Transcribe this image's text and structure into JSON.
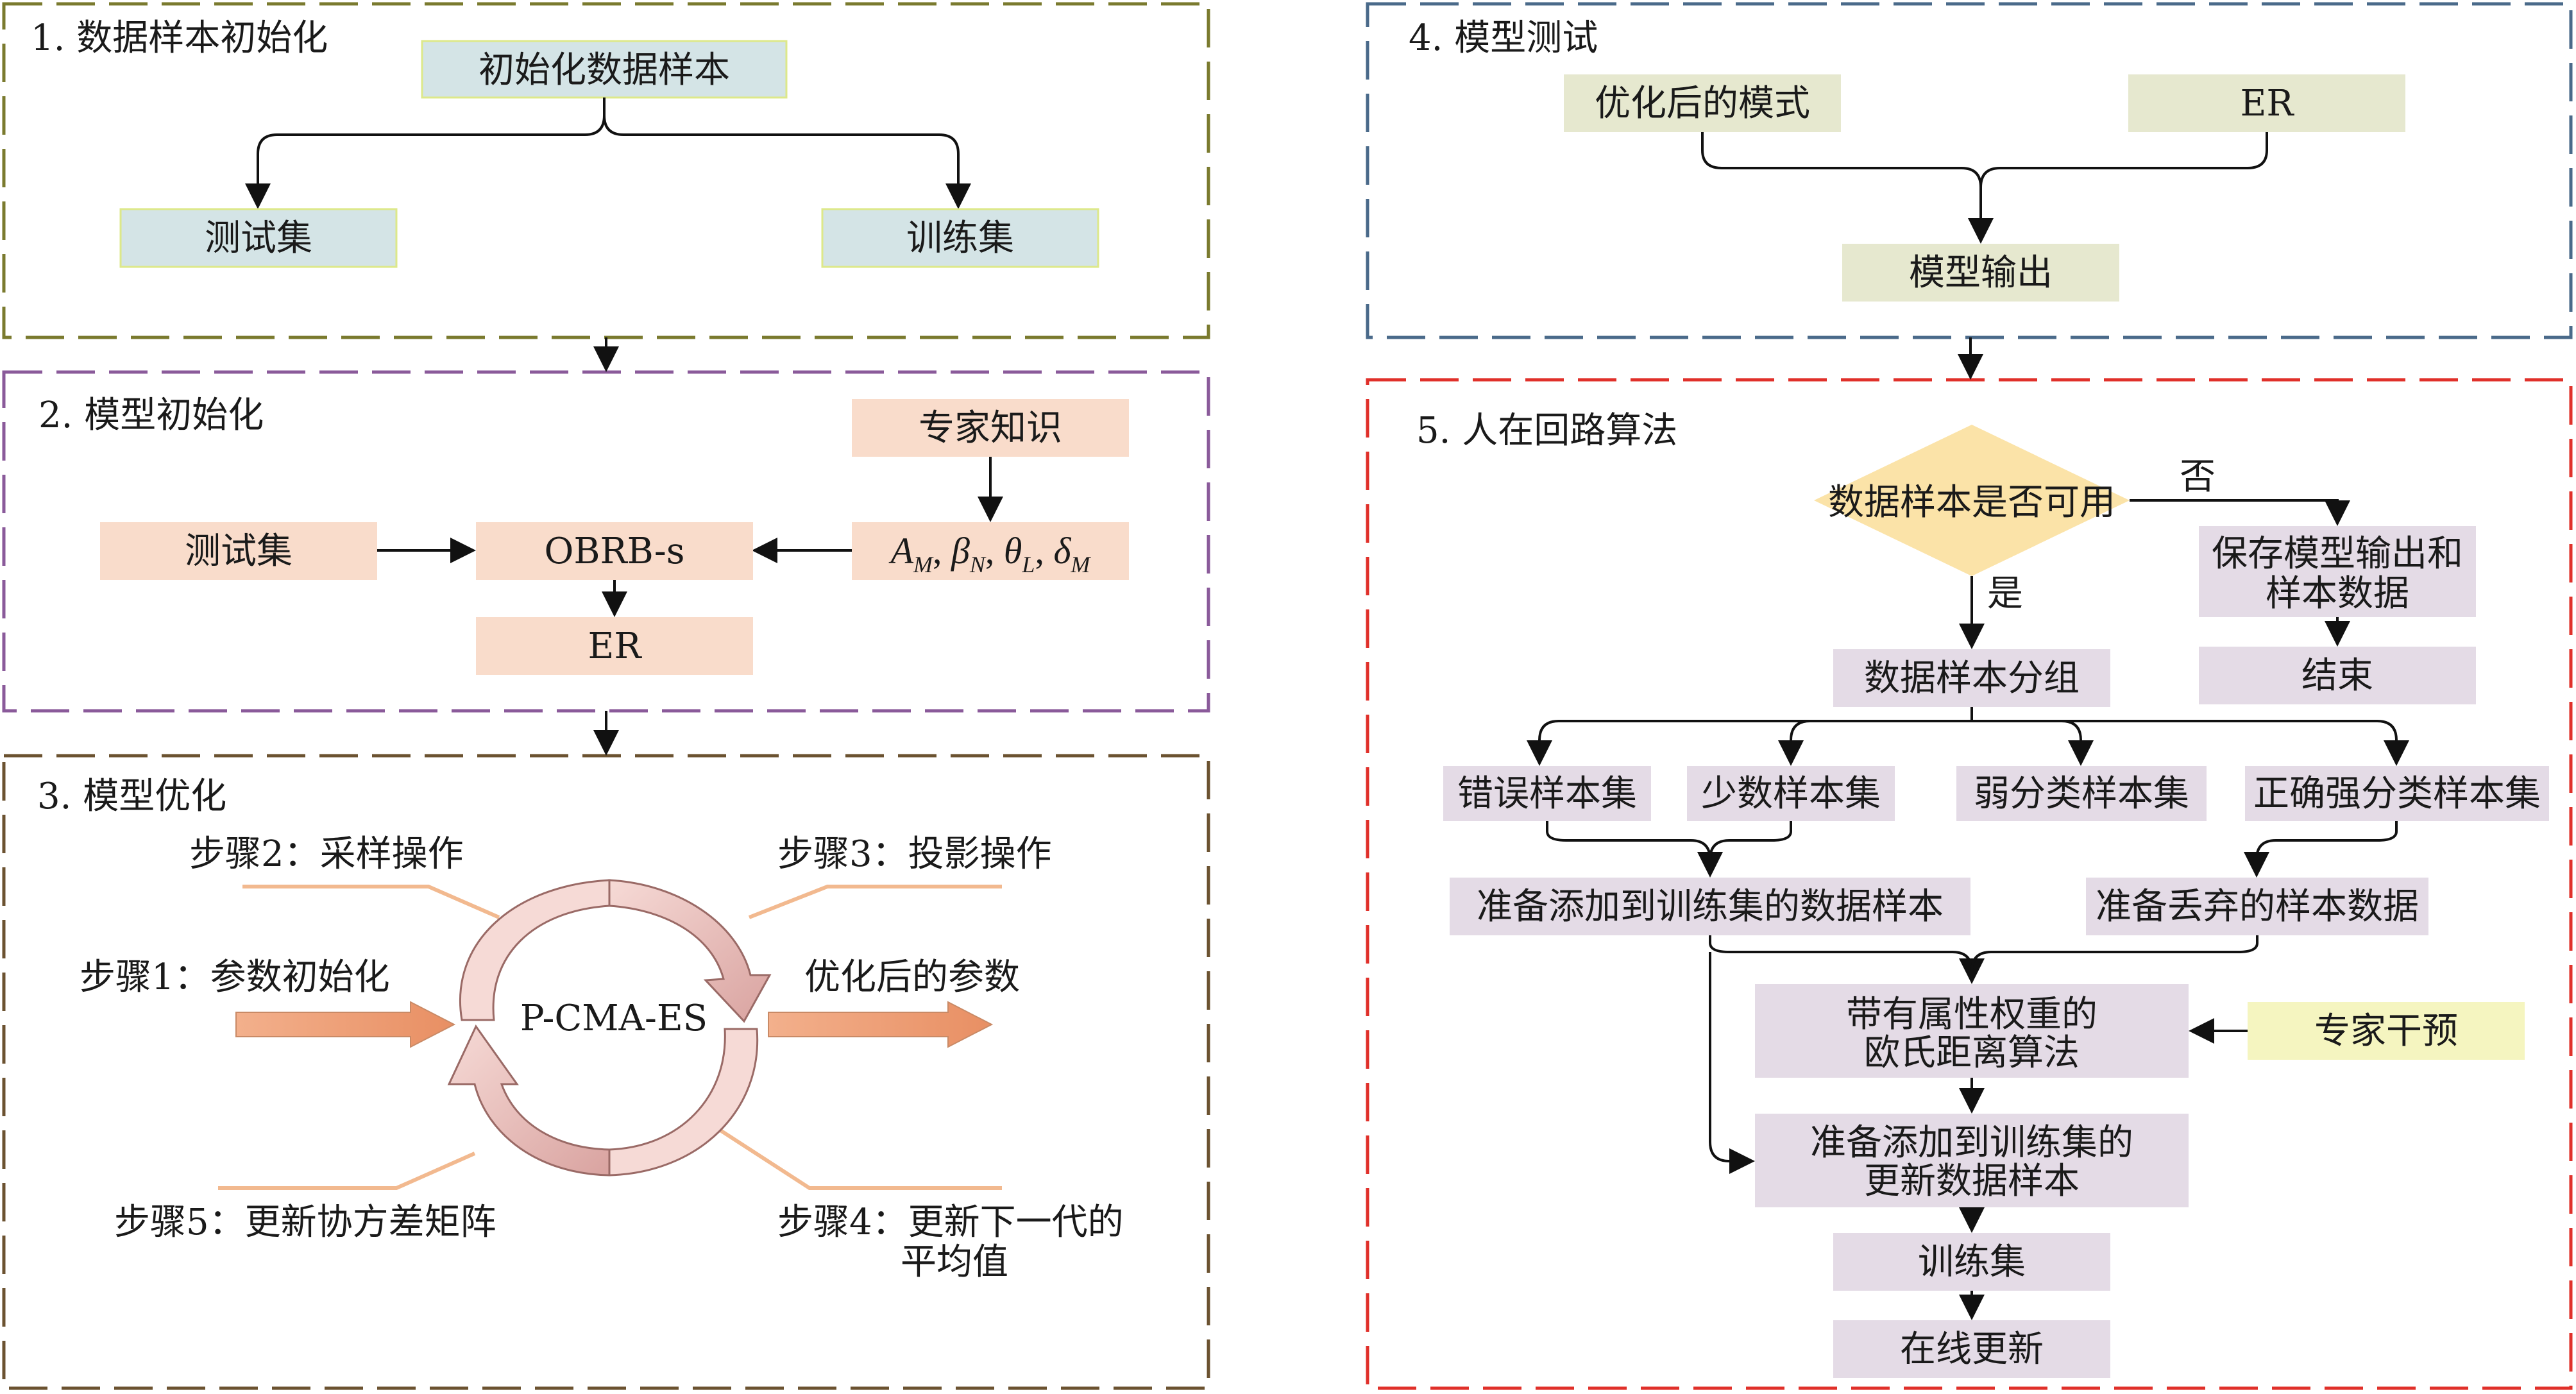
{
  "sections": {
    "s1": {
      "title": "1. 数据样本初始化",
      "init": "初始化数据样本",
      "test": "测试集",
      "train": "训练集"
    },
    "s2": {
      "title": "2. 模型初始化",
      "expert": "专家知识",
      "test": "测试集",
      "obrb": "OBRB-s",
      "params": {
        "a": "A",
        "a_sub": "M",
        "b": "β",
        "b_sub": "N",
        "c": "θ",
        "c_sub": "L",
        "d": "δ",
        "d_sub": "M",
        "sep": ", "
      },
      "er": "ER"
    },
    "s3": {
      "title": "3. 模型优化",
      "step1": "步骤1：参数初始化",
      "step2": "步骤2：采样操作",
      "step3": "步骤3：投影操作",
      "step4_l1": "步骤4：更新下一代的",
      "step4_l2": "平均值",
      "step5": "步骤5：更新协方差矩阵",
      "center": "P-CMA-ES",
      "output": "优化后的参数"
    },
    "s4": {
      "title": "4. 模型测试",
      "optimized": "优化后的模式",
      "er": "ER",
      "output": "模型输出"
    },
    "s5": {
      "title": "5. 人在回路算法",
      "decision": "数据样本是否可用",
      "no": "否",
      "yes": "是",
      "save_l1": "保存模型输出和",
      "save_l2": "样本数据",
      "end": "结束",
      "group": "数据样本分组",
      "err": "错误样本集",
      "minor": "少数样本集",
      "weak": "弱分类样本集",
      "strong": "正确强分类样本集",
      "prep_add": "准备添加到训练集的数据样本",
      "prep_drop": "准备丢弃的样本数据",
      "euclid_l1": "带有属性权重的",
      "euclid_l2": "欧氏距离算法",
      "expert": "专家干预",
      "update_l1": "准备添加到训练集的",
      "update_l2": "更新数据样本",
      "train": "训练集",
      "online": "在线更新"
    }
  },
  "colors": {
    "frame1": "#7a7a2e",
    "frame2": "#8a5a9a",
    "frame3": "#6b5230",
    "frame4": "#4a6a8a",
    "frame5": "#e0302a",
    "blue_box": "#d4e4e6",
    "blue_box_border": "#dde88a",
    "peach_box": "#f9dccb",
    "beige_box": "#e6e8cf",
    "lilac_box": "#e4dbe6",
    "yellow_box": "#f5f5c0",
    "diamond": "#fbe3a8",
    "orange_line": "#f2b98f",
    "pink_arrow": "#f4d2cf"
  }
}
